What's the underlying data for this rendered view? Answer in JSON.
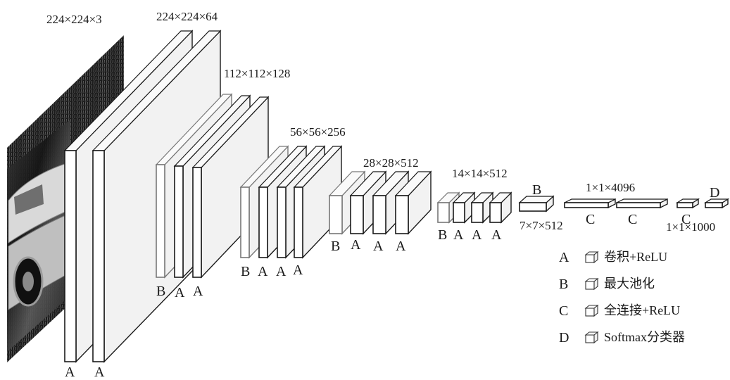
{
  "dims": {
    "input": "224×224×3",
    "block1": "224×224×64",
    "block2": "112×112×128",
    "block3": "56×56×256",
    "block4": "28×28×512",
    "block5": "14×14×512",
    "pool5": "7×7×512",
    "fc": "1×1×4096",
    "output": "1×1×1000"
  },
  "letters": {
    "block1": [
      "A",
      "A"
    ],
    "block2": [
      "B",
      "A",
      "A"
    ],
    "block3": [
      "B",
      "A",
      "A",
      "A"
    ],
    "block4": [
      "B",
      "A",
      "A",
      "A"
    ],
    "block5": [
      "B",
      "A",
      "A",
      "A"
    ],
    "pool5": "B",
    "fc1": "C",
    "fc2": "C",
    "fc3": "C",
    "softmax": "D"
  },
  "legend": [
    {
      "key": "A",
      "text": "卷积+ReLU"
    },
    {
      "key": "B",
      "text": "最大池化"
    },
    {
      "key": "C",
      "text": "全连接+ReLU"
    },
    {
      "key": "D",
      "text": "Softmax分类器"
    }
  ]
}
